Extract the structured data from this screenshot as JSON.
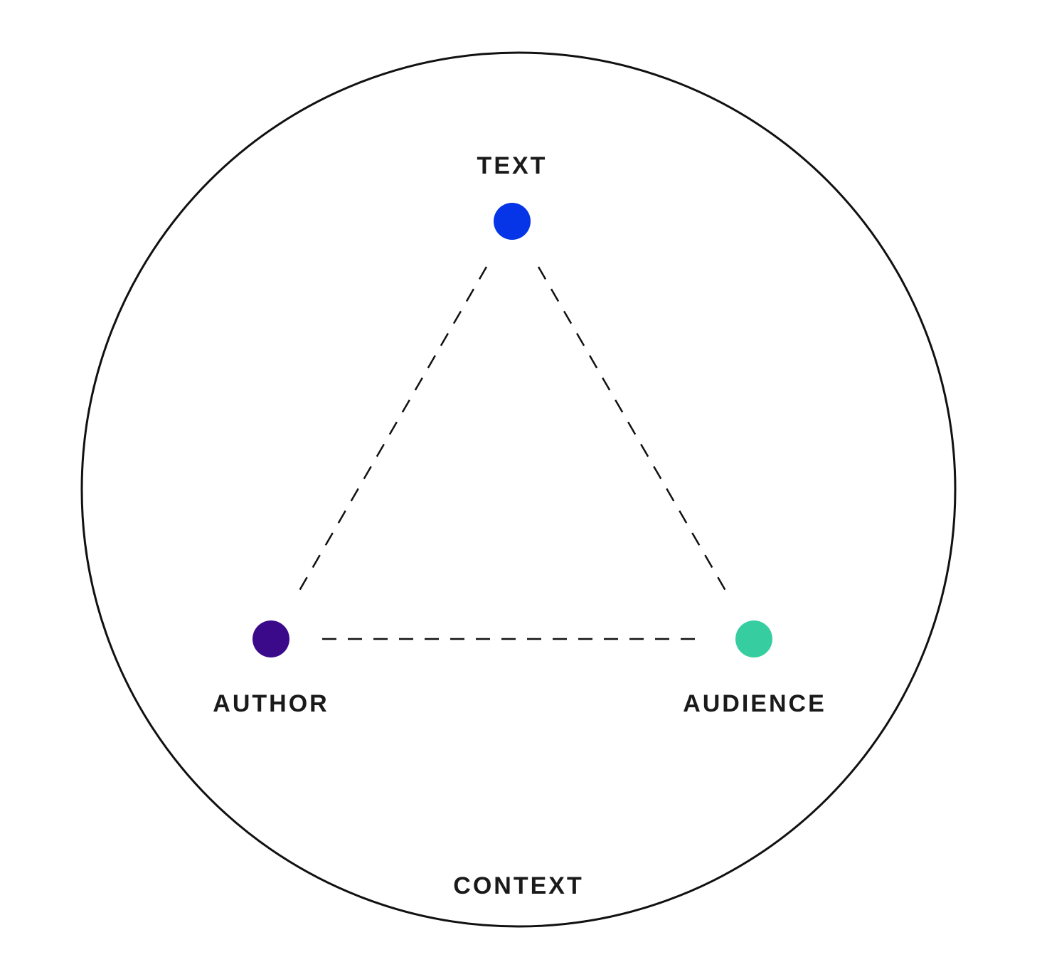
{
  "diagram": {
    "context_label": "CONTEXT",
    "nodes": {
      "text": {
        "label": "TEXT",
        "color": "#0535e6"
      },
      "author": {
        "label": "AUTHOR",
        "color": "#3b0a8a"
      },
      "audience": {
        "label": "AUDIENCE",
        "color": "#36cea0"
      }
    },
    "boundary_color": "#111111",
    "connector_color": "#111111"
  }
}
